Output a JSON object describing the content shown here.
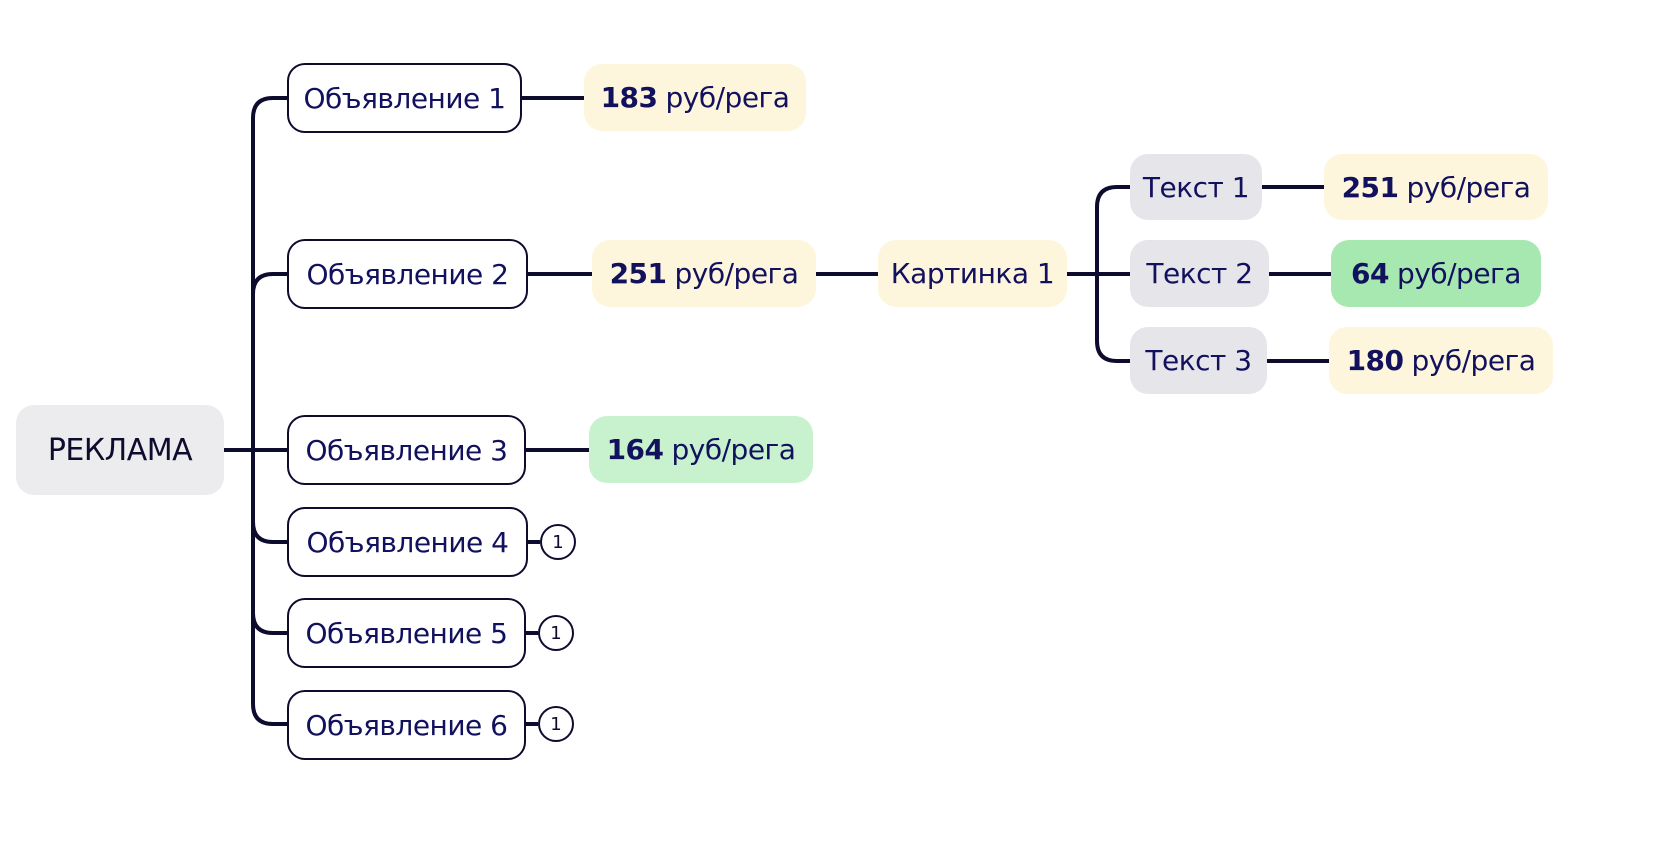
{
  "root": {
    "label": "РЕКЛАМА"
  },
  "ads": [
    {
      "label": "Объявление 1",
      "price": {
        "value": "183",
        "unit": "руб/рега"
      }
    },
    {
      "label": "Объявление 2",
      "price": {
        "value": "251",
        "unit": "руб/рега"
      }
    },
    {
      "label": "Объявление 3",
      "price": {
        "value": "164",
        "unit": "руб/рега"
      }
    },
    {
      "label": "Объявление 4",
      "badge": "1"
    },
    {
      "label": "Объявление 5",
      "badge": "1"
    },
    {
      "label": "Объявление 6",
      "badge": "1"
    }
  ],
  "picture": {
    "label": "Картинка 1"
  },
  "texts": [
    {
      "label": "Текст 1",
      "price": {
        "value": "251",
        "unit": "руб/рега"
      }
    },
    {
      "label": "Текст 2",
      "price": {
        "value": "64",
        "unit": "руб/рега"
      }
    },
    {
      "label": "Текст 3",
      "price": {
        "value": "180",
        "unit": "руб/рега"
      }
    }
  ],
  "colors": {
    "line": "#0d0c2e",
    "text": "#12115e",
    "yellow": "#fdf6dc",
    "green": "#c8f1cd",
    "green_best": "#a6e8b0",
    "gray": "#e6e5ea"
  }
}
